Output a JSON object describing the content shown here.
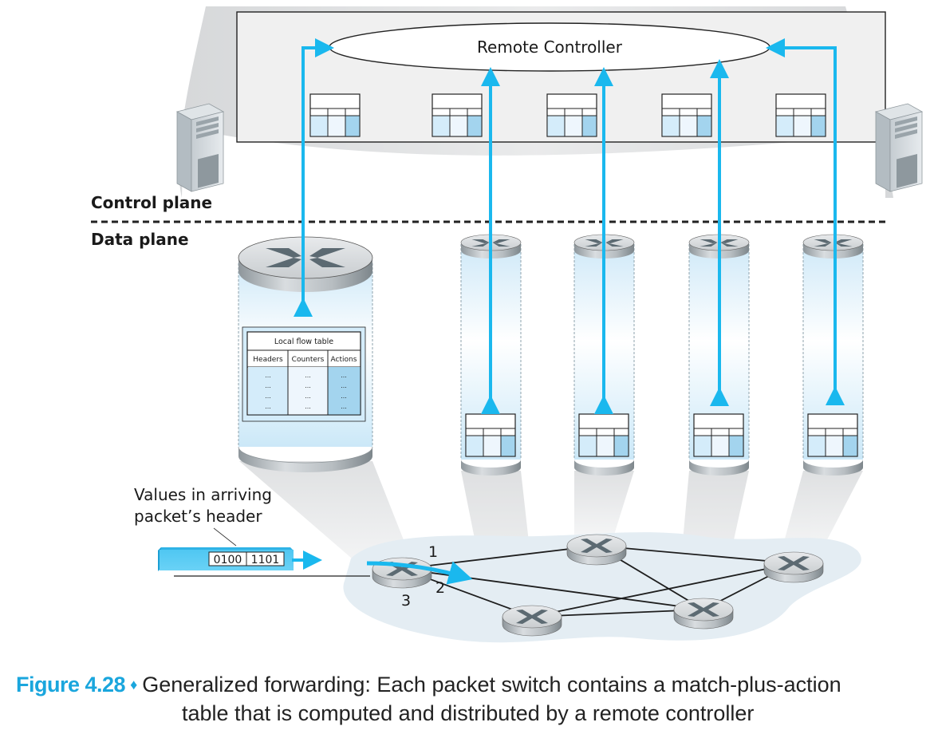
{
  "diagram": {
    "controller_label": "Remote Controller",
    "control_plane_label": "Control plane",
    "data_plane_label": "Data plane",
    "local_flow_table": {
      "title": "Local flow table",
      "columns": [
        "Headers",
        "Counters",
        "Actions"
      ],
      "rows": [
        [
          "...",
          "...",
          "..."
        ],
        [
          "...",
          "...",
          "..."
        ],
        [
          "...",
          "...",
          "..."
        ],
        [
          "...",
          "...",
          "..."
        ]
      ]
    },
    "packet": {
      "annotation_line1": "Values in arriving",
      "annotation_line2": "packet’s header",
      "field1": "0100",
      "field2": "1101"
    },
    "port_labels": [
      "1",
      "2",
      "3"
    ],
    "controller_tables_count": 5,
    "switch_count": 5,
    "icons": [
      "server-icon",
      "router-icon",
      "flow-table-icon",
      "arrow-icon"
    ],
    "colors": {
      "accent_blue": "#1ab8ee",
      "controller_box": "#f0f0f0",
      "table_headers": "#d4ecfa",
      "table_counters": "#eef6fd",
      "table_actions": "#a3d4ee",
      "network_cloud": "#e4edf3"
    }
  },
  "caption": {
    "figure_label": "Figure 4.28",
    "separator": "♦",
    "text_line1": "Generalized forwarding: Each packet switch contains a match-plus-action",
    "text_line2": "table that is computed and distributed by a remote controller"
  }
}
